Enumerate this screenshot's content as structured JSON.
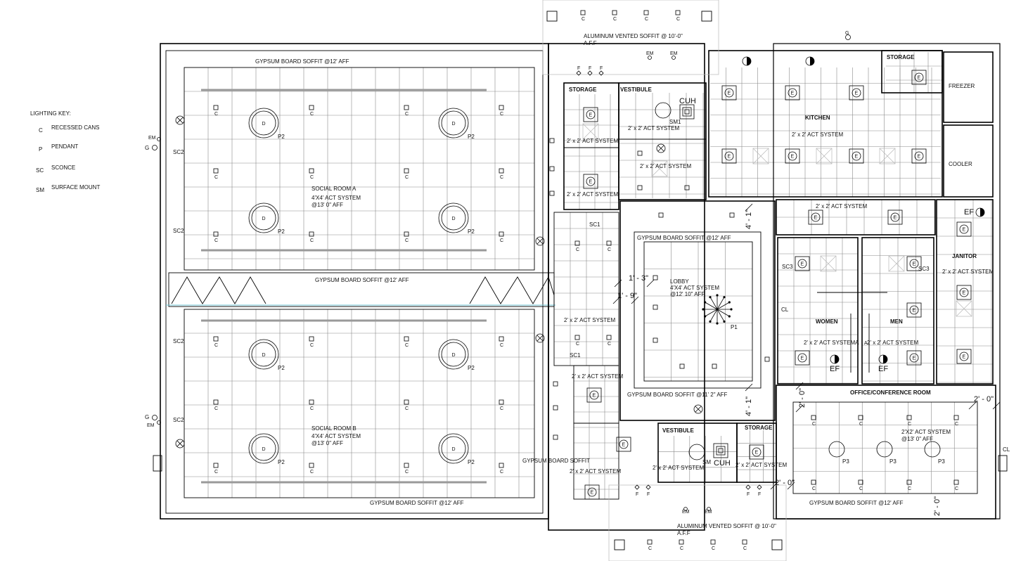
{
  "key": {
    "title": "LIGHTING KEY:",
    "items": [
      {
        "code": "C",
        "label": "RECESSED CANS"
      },
      {
        "code": "P",
        "label": "PENDANT"
      },
      {
        "code": "SC",
        "label": "SCONCE"
      },
      {
        "code": "SM",
        "label": "SURFACE MOUNT"
      }
    ]
  },
  "rooms": {
    "social_a": [
      "SOCIAL ROOM A",
      "4'X4' ACT SYSTEM",
      "@13' 0\" AFF"
    ],
    "social_b": [
      "SOCIAL ROOM B",
      "4'X4' ACT SYSTEM",
      "@13' 0\" AFF"
    ],
    "lobby": [
      "LOBBY",
      "4'X4' ACT SYSTEM",
      "@12' 10\" AFF"
    ],
    "kitchen": "KITCHEN",
    "kitchen_system": "2' x 2' ACT SYSTEM",
    "storage_kitchen": "STORAGE",
    "freezer": "FREEZER",
    "cooler": "COOLER",
    "storage_top": "STORAGE",
    "vestibule_top": "VESTIBULE",
    "janitor": "JANITOR",
    "women": "WOMEN",
    "men": "MEN",
    "office": "OFFICE/CONFERENCE ROOM",
    "office_system": [
      "2'X2' ACT SYSTEM",
      "@13' 0\" AFF"
    ],
    "vestibule_bottom": "VESTIBULE",
    "storage_bottom": "STORAGE"
  },
  "soffits": {
    "top": "GYPSUM BOARD SOFFIT @12' AFF",
    "middle": "GYPSUM BOARD SOFFIT @12' AFF",
    "bottom": "GYPSUM BOARD SOFFIT @12' AFF",
    "lobby_top": "GYPSUM BOARD SOFFIT @12' AFF",
    "lobby_bottom": "GYPSUM BOARD SOFFIT @11' 2\" AFF",
    "corridor_bottom": "GYPSUM BOARD SOFFIT",
    "office_bottom": "GYPSUM BOARD SOFFIT @12' AFF",
    "alum_top": [
      "ALUMINUM VENTED SOFFIT @ 10'-0\"",
      "A.F.F"
    ],
    "alum_bottom": [
      "ALUMINUM VENTED SOFFIT @ 10'-0\"",
      "A.F.F"
    ]
  },
  "act2x2": "2' x 2' ACT SYSTEM",
  "act2x2_a": "2' x 2' ACT SYSTEMA",
  "dims": {
    "d1": "1' - 3\"",
    "d2": "1' - 9\"",
    "d3": "4' - 1\"",
    "d4": "4' - 1\"",
    "d5": "2' - 0\"",
    "d6": "2' - 0\"",
    "d7": "2' - 0\"",
    "d8": "2' - 0\""
  },
  "tags": {
    "c": "C",
    "d": "D",
    "e": "E",
    "f": "F",
    "g": "G",
    "em": "EM",
    "cl": "CL",
    "p1": "P1",
    "p2": "P2",
    "p3": "P3",
    "sc1": "SC1",
    "sc2": "SC2",
    "sc3": "SC3",
    "sm": "SM",
    "sm1": "SM1",
    "cuh": "CUH",
    "ef": "EF",
    "a": "A"
  }
}
